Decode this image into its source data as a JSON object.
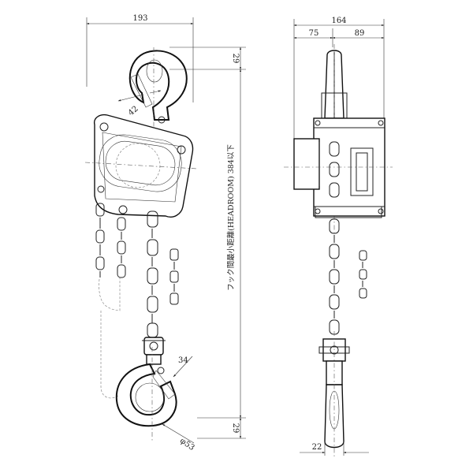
{
  "front_view": {
    "width_dim": "193",
    "hook_gap_dim": "42",
    "top_dim": "29",
    "bottom_dim": "29",
    "headroom_label": "フック間最小距離(HEADROOM) 384以下",
    "lower_hook_dim": "34",
    "hook_diameter_dim": "φ53"
  },
  "side_view": {
    "total_width_dim": "164",
    "left_width_dim": "75",
    "right_width_dim": "89",
    "hook_width_dim": "22"
  },
  "colors": {
    "line": "#111111",
    "background": "#ffffff"
  }
}
